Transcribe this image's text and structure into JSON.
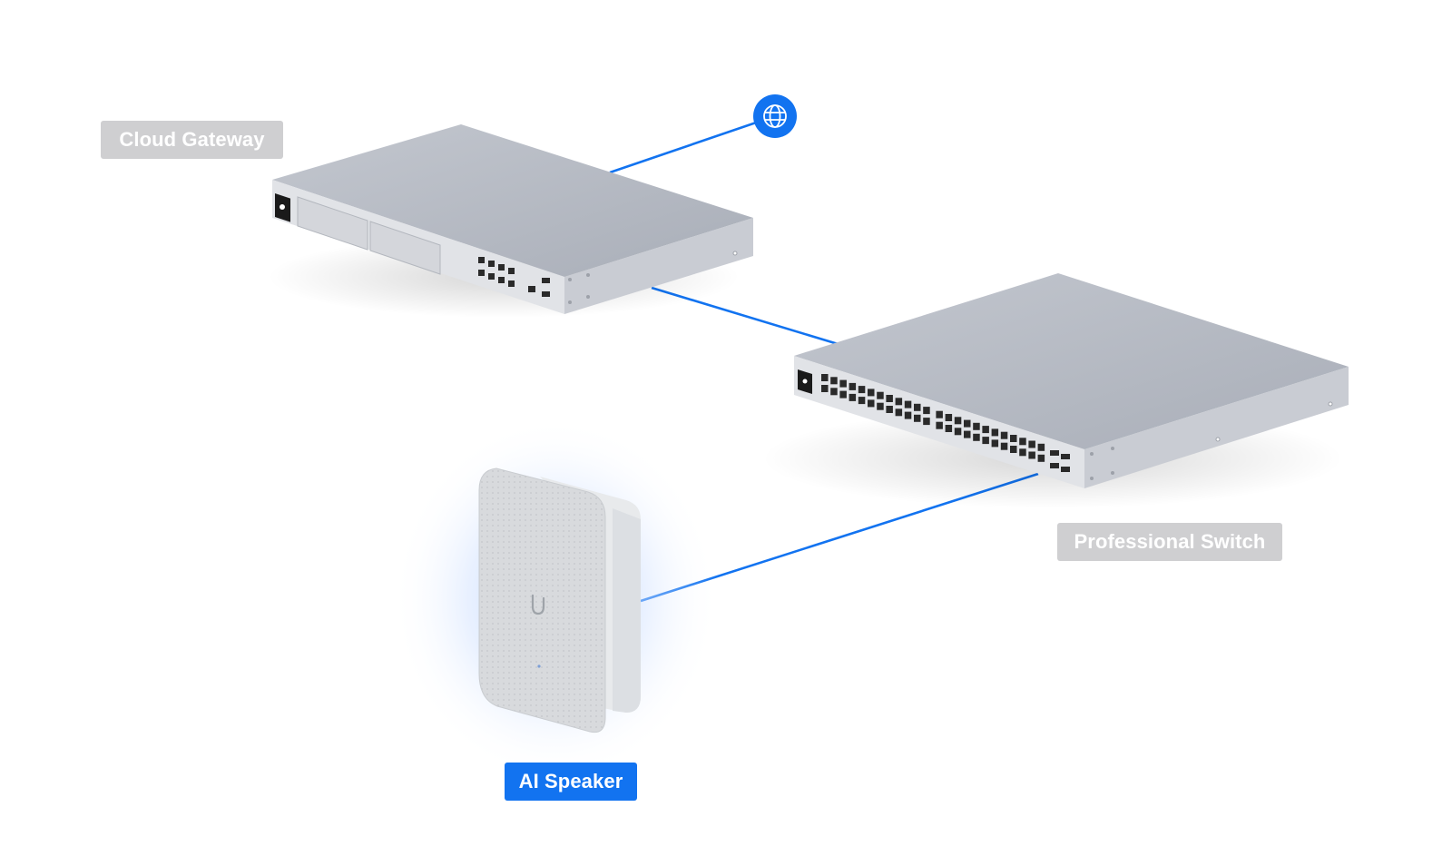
{
  "labels": {
    "cloud_gateway": "Cloud Gateway",
    "professional_switch": "Professional Switch",
    "ai_speaker": "AI Speaker"
  },
  "colors": {
    "link": "#1273f0",
    "label_muted": "#cfcfd1",
    "label_accent": "#1273f0",
    "device_top": "#b7bcc5",
    "device_front": "#e2e4e8",
    "device_side": "#c9ccd3",
    "speaker_grille": "#d6d8db",
    "speaker_body": "#e8eaec"
  },
  "icons": {
    "internet": "globe-icon",
    "speaker_logo": "ubiquiti-u-logo"
  }
}
